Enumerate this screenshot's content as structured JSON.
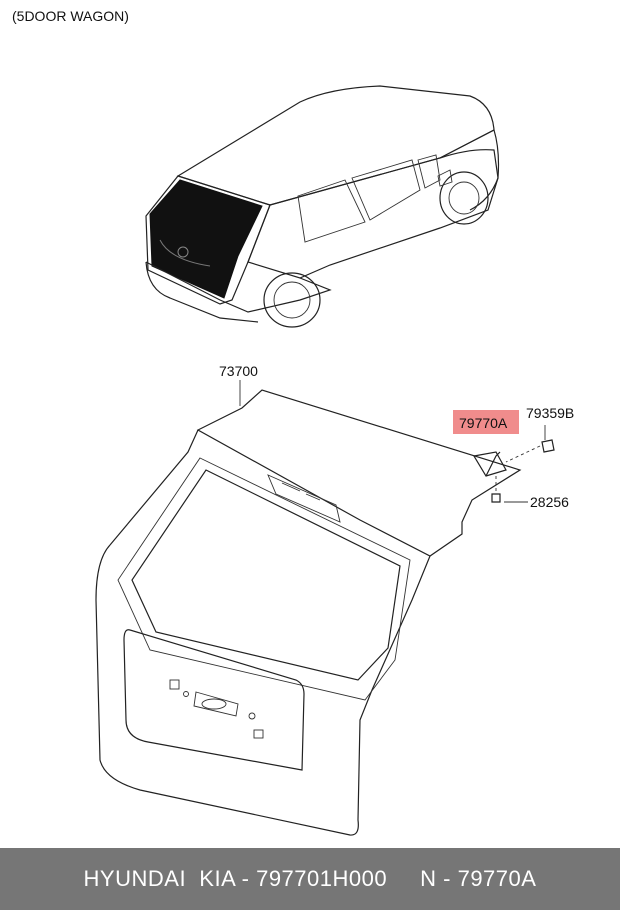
{
  "header": {
    "variant": "(5DOOR WAGON)"
  },
  "labels": {
    "part_main": "73700",
    "part_bolt": "79359B",
    "part_hinge": "79770A",
    "part_nut": "28256"
  },
  "highlight": {
    "color": "#f08c8c"
  },
  "footer": {
    "text": "HYUNDAI  KIA - 797701H000     N - 79770A"
  }
}
